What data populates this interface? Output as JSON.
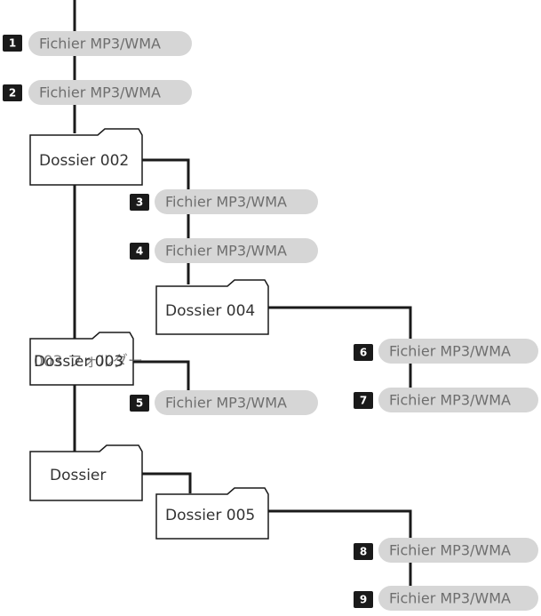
{
  "files": [
    {
      "badge": "1",
      "label": "Fichier MP3/WMA"
    },
    {
      "badge": "2",
      "label": "Fichier MP3/WMA"
    },
    {
      "badge": "3",
      "label": "Fichier MP3/WMA"
    },
    {
      "badge": "4",
      "label": "Fichier MP3/WMA"
    },
    {
      "badge": "5",
      "label": "Fichier MP3/WMA"
    },
    {
      "badge": "6",
      "label": "Fichier MP3/WMA"
    },
    {
      "badge": "7",
      "label": "Fichier MP3/WMA"
    },
    {
      "badge": "8",
      "label": "Fichier MP3/WMA"
    },
    {
      "badge": "9",
      "label": "Fichier MP3/WMA"
    }
  ],
  "folders": {
    "f002": "Dossier 002",
    "f004": "Dossier 004",
    "f003": "Dossier 003",
    "f003_overlap": "003 フォルダー",
    "dossier": "Dossier",
    "f005": "Dossier 005"
  }
}
